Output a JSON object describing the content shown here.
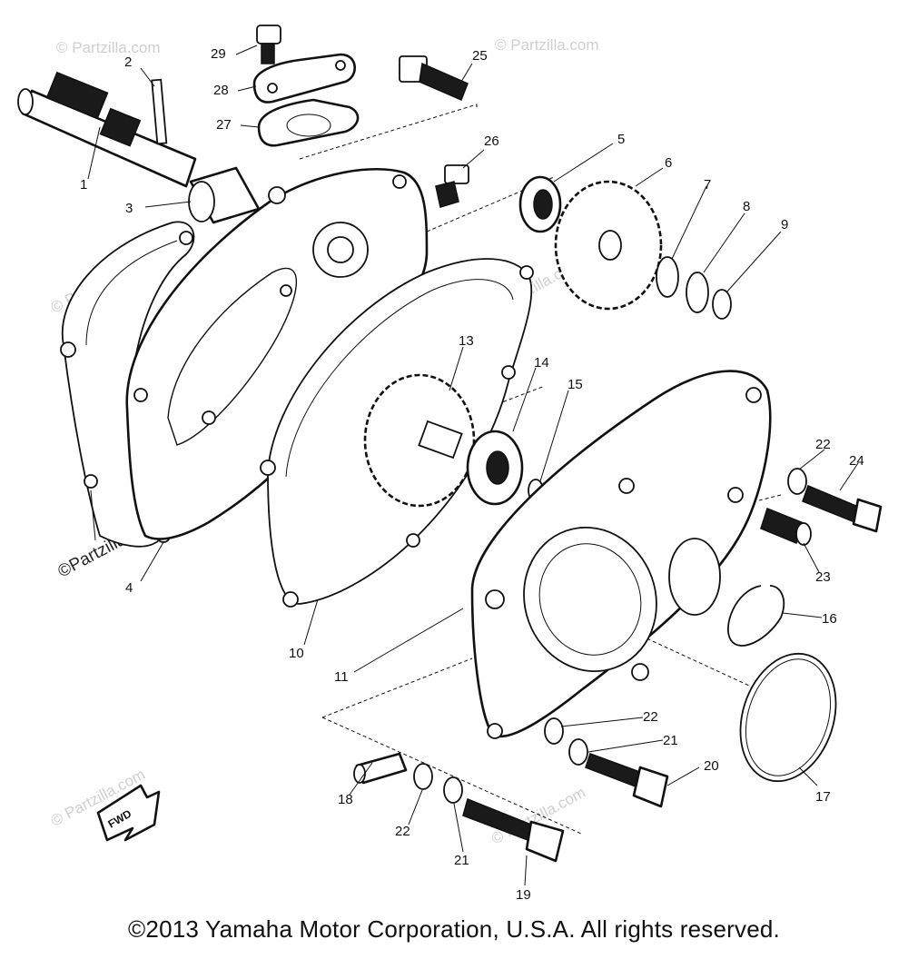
{
  "watermark": {
    "text": "© Partzilla.com",
    "inline_text": "©Partzilla.com"
  },
  "callouts": [
    "1",
    "2",
    "3",
    "4",
    "5",
    "6",
    "7",
    "8",
    "9",
    "10",
    "11",
    "13",
    "14",
    "15",
    "16",
    "17",
    "18",
    "19",
    "20",
    "21",
    "21",
    "22",
    "22",
    "22",
    "23",
    "24",
    "25",
    "26",
    "27",
    "28",
    "29"
  ],
  "fwd_arrow_label": "FWD",
  "footer": {
    "copyright": "©2013 Yamaha Motor Corporation, U.S.A. All rights reserved."
  }
}
